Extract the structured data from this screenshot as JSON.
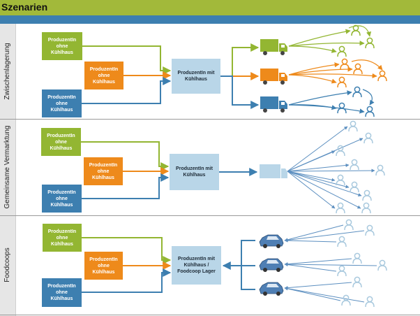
{
  "title": "Szenarien",
  "rows": [
    {
      "label": "Zwischenlagerung"
    },
    {
      "label": "Gemeinsame Vermarktung"
    },
    {
      "label": "Foodcoops"
    }
  ],
  "producer_small": "ProduzentIn\nohne\nKühlhaus",
  "producer_large": "ProduzentIn mit\nKühlhaus",
  "producer_foodcoop": "ProduzentIn mit\nKühlhaus /\nFoodcoop Lager",
  "colors": {
    "green": "#93b632",
    "orange": "#ee8a1b",
    "blue": "#3d7fb0",
    "light_blue": "#b9d6e8",
    "header": "#a2b93a"
  },
  "icons": [
    "truck-icon",
    "person-icon",
    "car-icon"
  ]
}
